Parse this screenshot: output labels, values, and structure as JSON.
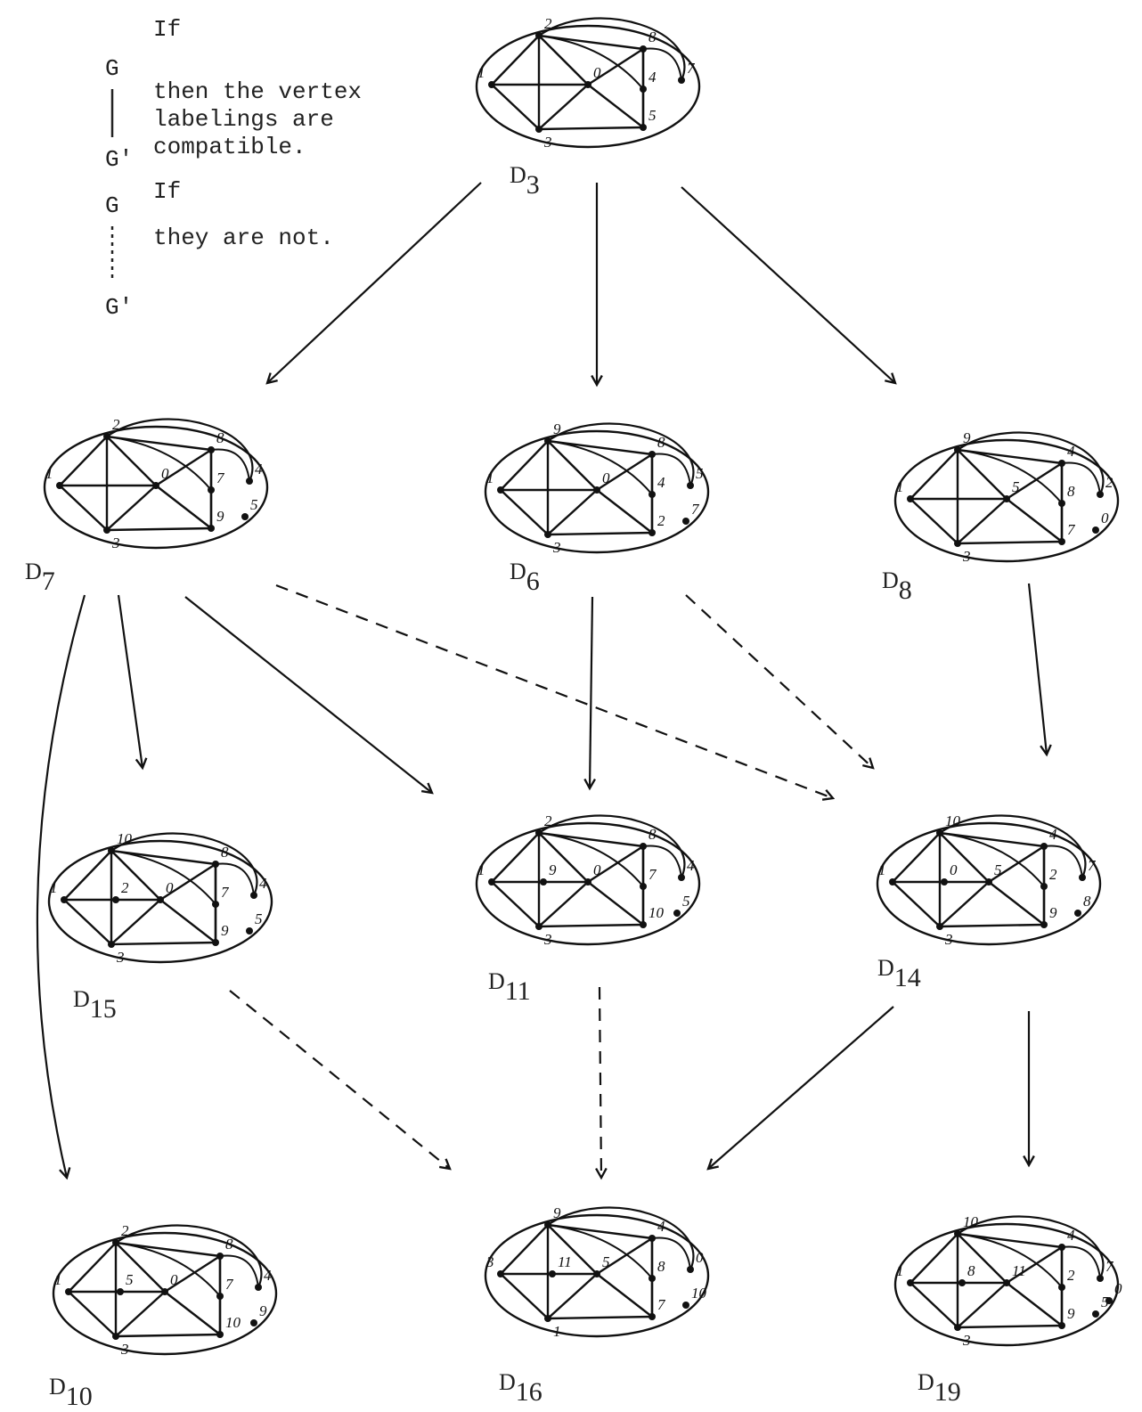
{
  "legend": {
    "if_1": "If",
    "g_1": "G",
    "gp_1": "G'",
    "text_compatible": "then the vertex\nlabelings are\ncompatible.",
    "if_2": "If",
    "g_2": "G",
    "gp_2": "G'",
    "text_not": "they are not."
  },
  "diagrams": [
    {
      "id": "D3",
      "label": "D",
      "sub": "3",
      "v": [
        "1",
        "2",
        "3",
        "0",
        "8",
        "4",
        "5",
        "7"
      ]
    },
    {
      "id": "D7",
      "label": "D",
      "sub": "7",
      "v": [
        "1",
        "2",
        "3",
        "0",
        "8",
        "7",
        "9",
        "4",
        "5"
      ]
    },
    {
      "id": "D6",
      "label": "D",
      "sub": "6",
      "v": [
        "1",
        "9",
        "3",
        "0",
        "8",
        "4",
        "2",
        "5",
        "7"
      ]
    },
    {
      "id": "D8",
      "label": "D",
      "sub": "8",
      "v": [
        "1",
        "9",
        "3",
        "5",
        "4",
        "8",
        "7",
        "2",
        "0"
      ]
    },
    {
      "id": "D15",
      "label": "D",
      "sub": "15",
      "v": [
        "1",
        "10",
        "3",
        "0",
        "8",
        "7",
        "9",
        "4",
        "5",
        "2"
      ]
    },
    {
      "id": "D11",
      "label": "D",
      "sub": "11",
      "v": [
        "1",
        "2",
        "3",
        "0",
        "8",
        "7",
        "10",
        "4",
        "5",
        "9"
      ]
    },
    {
      "id": "D14",
      "label": "D",
      "sub": "14",
      "v": [
        "1",
        "10",
        "3",
        "5",
        "4",
        "2",
        "9",
        "7",
        "8",
        "0"
      ]
    },
    {
      "id": "D10",
      "label": "D",
      "sub": "10",
      "v": [
        "1",
        "2",
        "3",
        "0",
        "8",
        "7",
        "10",
        "4",
        "9",
        "5"
      ]
    },
    {
      "id": "D16",
      "label": "D",
      "sub": "16",
      "v": [
        "3",
        "9",
        "1",
        "5",
        "4",
        "8",
        "7",
        "0",
        "10",
        "11"
      ]
    },
    {
      "id": "D19",
      "label": "D",
      "sub": "19",
      "v": [
        "1",
        "10",
        "3",
        "11",
        "4",
        "2",
        "9",
        "7",
        "5",
        "8",
        "0"
      ]
    }
  ],
  "edges": [
    {
      "from": "D3",
      "to": "D7",
      "style": "solid"
    },
    {
      "from": "D3",
      "to": "D6",
      "style": "solid"
    },
    {
      "from": "D3",
      "to": "D8",
      "style": "solid"
    },
    {
      "from": "D7",
      "to": "D10",
      "style": "solid"
    },
    {
      "from": "D7",
      "to": "D15",
      "style": "solid"
    },
    {
      "from": "D7",
      "to": "D11",
      "style": "solid"
    },
    {
      "from": "D7",
      "to": "D14",
      "style": "dashed"
    },
    {
      "from": "D6",
      "to": "D11",
      "style": "solid"
    },
    {
      "from": "D6",
      "to": "D14",
      "style": "dashed"
    },
    {
      "from": "D8",
      "to": "D14",
      "style": "solid"
    },
    {
      "from": "D15",
      "to": "D16",
      "style": "dashed"
    },
    {
      "from": "D11",
      "to": "D16",
      "style": "dashed"
    },
    {
      "from": "D14",
      "to": "D16",
      "style": "solid"
    },
    {
      "from": "D14",
      "to": "D19",
      "style": "solid"
    }
  ]
}
